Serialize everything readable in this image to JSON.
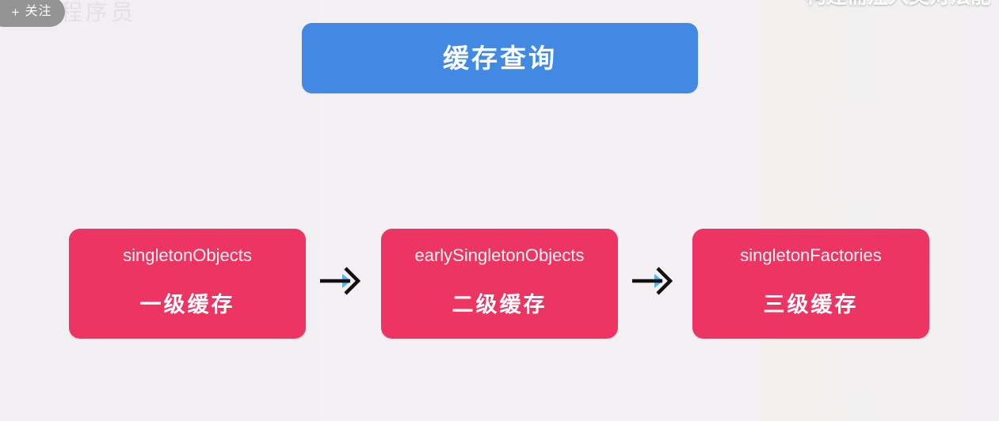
{
  "overlay": {
    "follow_button": {
      "plus_icon": "+",
      "label": "关注"
    },
    "channel_watermark": "程序员",
    "clipped_title": "构建需注入类对法能"
  },
  "diagram": {
    "title": "缓存查询",
    "colors": {
      "header": "#4189e2",
      "cache_box": "#ec3562",
      "background": "#f1eff1",
      "arrow_stroke": "#111111",
      "arrow_accent": "#4fb8ec",
      "text_light": "#ffffff"
    },
    "cache_boxes": [
      {
        "name": "singletonObjects",
        "level": "一级缓存"
      },
      {
        "name": "earlySingletonObjects",
        "level": "二级缓存"
      },
      {
        "name": "singletonFactories",
        "level": "三级缓存"
      }
    ],
    "arrows": [
      {
        "icon": "arrow-right-icon",
        "from": "singletonObjects",
        "to": "earlySingletonObjects"
      },
      {
        "icon": "arrow-right-icon",
        "from": "earlySingletonObjects",
        "to": "singletonFactories"
      }
    ]
  }
}
